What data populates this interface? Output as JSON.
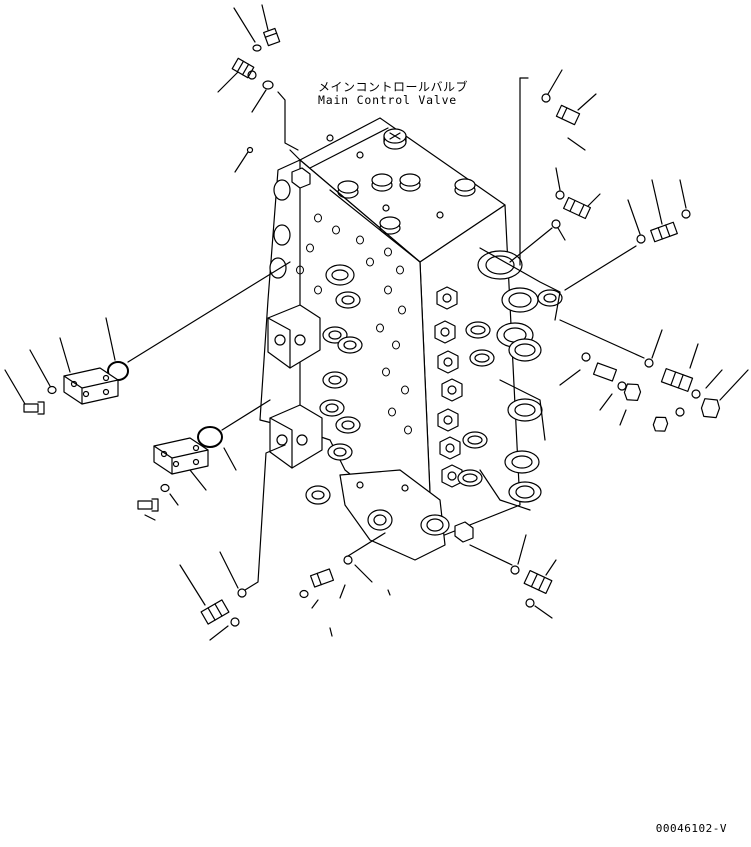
{
  "title": {
    "japanese": "メインコントロールバルブ",
    "english": "Main Control Valve"
  },
  "drawing_number": "00046102-V",
  "colors": {
    "line": "#000000",
    "background": "#ffffff"
  }
}
